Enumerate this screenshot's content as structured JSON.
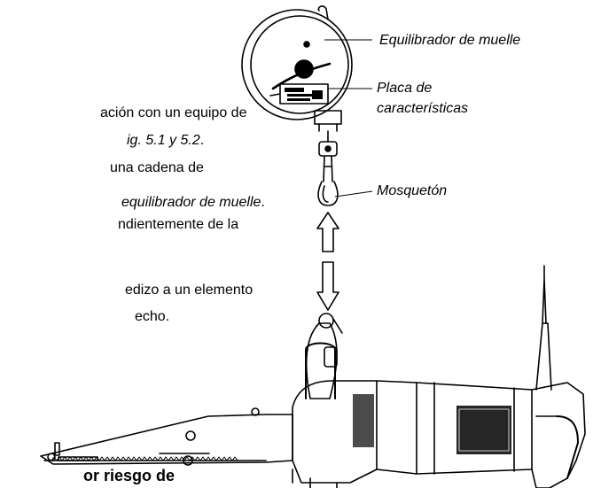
{
  "body_text": {
    "line1": "ación con un equipo de",
    "line2_italic": "ig. 5.1 y 5.2",
    "line2_tail": ".",
    "line3": "una cadena de",
    "line4_italic": " equilibrador de muelle",
    "line4_tail": ".",
    "line5": "ndientemente de la",
    "line6": "edizo a un elemento",
    "line7": "echo."
  },
  "callouts": {
    "spring_balancer": "Equilibrador de muelle",
    "plate_line1": "Placa de",
    "plate_line2": "características",
    "carabiner": "Mosquetón"
  },
  "warning_fragment": "or riesgo de"
}
